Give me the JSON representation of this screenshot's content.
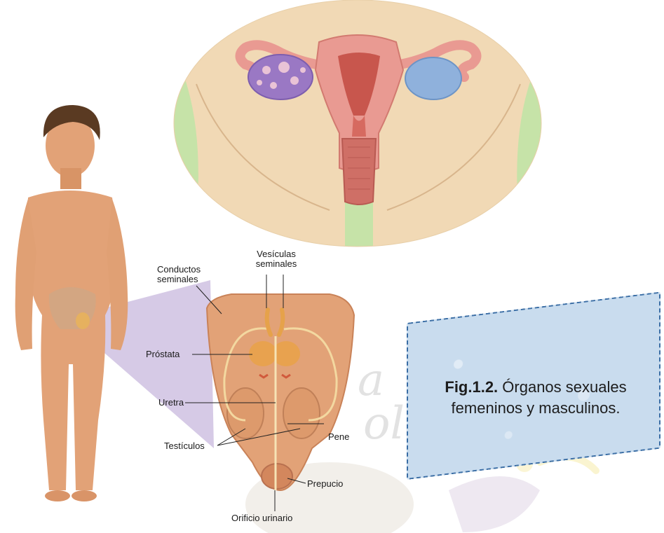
{
  "labels": {
    "vesiculas": "Vesículas\nseminales",
    "vesiculas_line1": "Vesículas",
    "vesiculas_line2": "seminales",
    "conductos_line1": "Conductos",
    "conductos_line2": "seminales",
    "prostata": "Próstata",
    "uretra": "Uretra",
    "pene": "Pene",
    "testiculos": "Testículos",
    "prepucio": "Prepucio",
    "orificio": "Orificio urinario"
  },
  "caption": {
    "fig": "Fig.1.2.",
    "text": "Órganos sexuales femeninos y masculinos.",
    "line1_rest": " Órganos sexuales",
    "line2": "femeninos y masculinos."
  },
  "colors": {
    "skin": "#e2a277",
    "skin_dark": "#c98258",
    "uterus": "#e99a92",
    "uterus_dark": "#c8564d",
    "ovary_left": "#9a78c4",
    "ovary_right": "#8fb1dc",
    "oval_bg": "#f1d9b5",
    "oval_green": "#c6e3a8",
    "caption_box": "#c9dcee",
    "caption_border": "#3b6ea5"
  }
}
